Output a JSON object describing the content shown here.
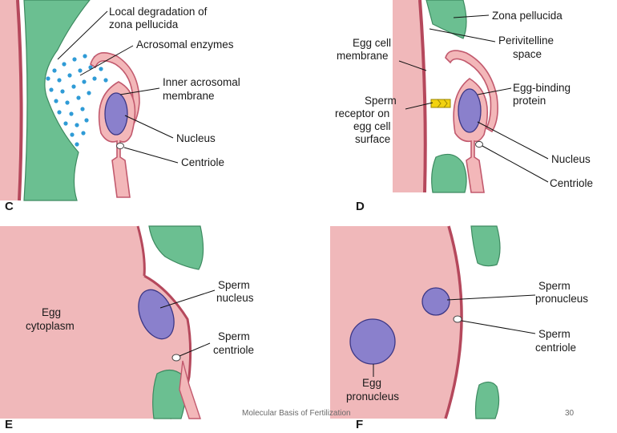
{
  "footer": {
    "title": "Molecular Basis of Fertilization",
    "page": "30"
  },
  "colors": {
    "cytoplasm": "#f0b8ba",
    "membrane": "#b5485c",
    "zona": "#6bbf91",
    "sperm_fill": "#f3b7b9",
    "sperm_outline": "#c25a6e",
    "nucleus": "#8a80cc",
    "enzyme_dots": "#2f9bd6",
    "receptor": "#f2d20f"
  },
  "panels": {
    "C": {
      "letter": "C",
      "labels": {
        "local_degradation_1": "Local degradation of",
        "local_degradation_2": "zona pellucida",
        "acrosomal_enzymes": "Acrosomal enzymes",
        "inner_acrosomal_1": "Inner acrosomal",
        "inner_acrosomal_2": "membrane",
        "nucleus": "Nucleus",
        "centriole": "Centriole"
      }
    },
    "D": {
      "letter": "D",
      "labels": {
        "zona_pellucida": "Zona pellucida",
        "perivitelline_1": "Perivitelline",
        "perivitelline_2": "space",
        "egg_cell_1": "Egg cell",
        "egg_cell_2": "membrane",
        "egg_binding_1": "Egg-binding",
        "egg_binding_2": "protein",
        "receptor_1": "Sperm",
        "receptor_2": "receptor on",
        "receptor_3": "egg cell",
        "receptor_4": "surface",
        "nucleus": "Nucleus",
        "centriole": "Centriole"
      }
    },
    "E": {
      "letter": "E",
      "labels": {
        "cytoplasm_1": "Egg",
        "cytoplasm_2": "cytoplasm",
        "sperm_nucleus_1": "Sperm",
        "sperm_nucleus_2": "nucleus",
        "sperm_centriole_1": "Sperm",
        "sperm_centriole_2": "centriole"
      }
    },
    "F": {
      "letter": "F",
      "labels": {
        "sperm_pronucleus_1": "Sperm",
        "sperm_pronucleus_2": "pronucleus",
        "sperm_centriole_1": "Sperm",
        "sperm_centriole_2": "centriole",
        "egg_pronucleus_1": "Egg",
        "egg_pronucleus_2": "pronucleus"
      }
    }
  }
}
